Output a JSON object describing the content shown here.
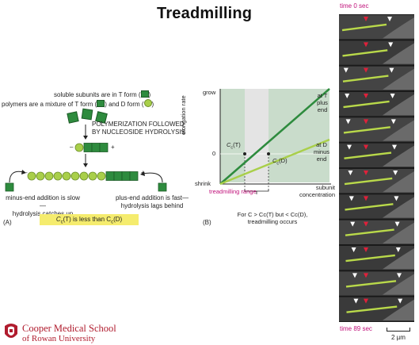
{
  "title": "Treadmilling",
  "panel_a": {
    "label": "(A)",
    "line1_pre": "soluble subunits are in T form (",
    "line1_post": ")",
    "line2_pre": "polymers are a mixture of T form (",
    "line2_mid": ") and D form (",
    "line2_post": ")",
    "polymerization_1": "POLYMERIZATION FOLLOWED",
    "polymerization_2": "BY NUCLEOSIDE HYDROLYSIS",
    "minus_sign": "–",
    "plus_sign": "+",
    "minus_end_1": "minus-end addition is slow—",
    "minus_end_2": "hydrolysis catches up",
    "plus_end_1": "plus-end addition is fast—",
    "plus_end_2": "hydrolysis lags behind",
    "condition_pre": "C",
    "condition_sub1": "c",
    "condition_mid": "(T) is less than C",
    "condition_sub2": "c",
    "condition_post": "(D)"
  },
  "panel_b": {
    "label": "(B)",
    "y_grow": "grow",
    "y_zero": "0",
    "y_shrink": "shrink",
    "y_axis": "elongation rate",
    "x_axis_1": "subunit",
    "x_axis_2": "concentration",
    "cct": "C",
    "cct_sub": "c",
    "cct_post": "(T)",
    "ccd": "C",
    "ccd_sub": "c",
    "ccd_post": "(D)",
    "line_t_1": "at T",
    "line_t_2": "plus",
    "line_t_3": "end",
    "line_d_1": "at D",
    "line_d_2": "minus",
    "line_d_3": "end",
    "range_label": "treadmilling range",
    "caption_1": "For C > Cc(T) but < Cc(D),",
    "caption_2": "treadmilling occurs",
    "colors": {
      "t_line": "#2e8b3e",
      "d_line": "#a9cf4a",
      "shade": "#c9dccb",
      "range": "#c0117a"
    }
  },
  "filmstrip": {
    "start_time": "time 0 sec",
    "end_time": "time 89 sec",
    "scale_bar": "2 µm",
    "frames": 12
  },
  "logo": {
    "line1": "Cooper Medical School",
    "line2": "of Rowan University"
  }
}
